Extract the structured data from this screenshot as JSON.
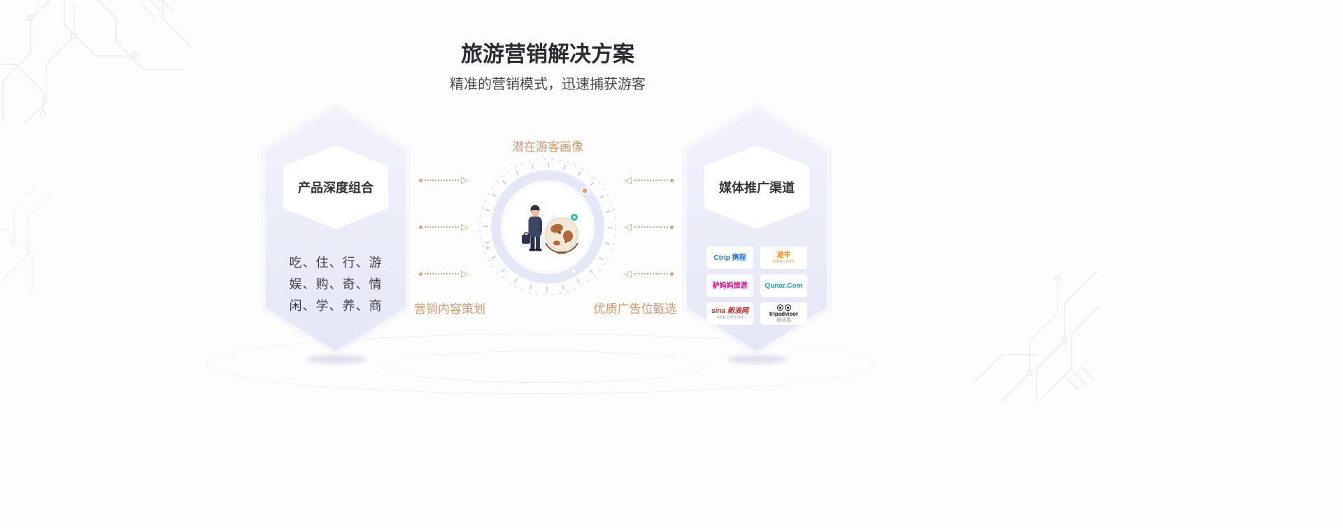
{
  "header": {
    "title": "旅游营销解决方案",
    "subtitle": "精准的营销模式，迅速捕获游客"
  },
  "left_panel": {
    "title": "产品深度组合",
    "lines": [
      "吃、住、行、游",
      "娱、购、奇、情",
      "闲、学、养、商"
    ]
  },
  "center": {
    "top_label": "潜在游客画像",
    "bottom_left_label": "营销内容策划",
    "bottom_right_label": "优质广告位甄选"
  },
  "right_panel": {
    "title": "媒体推广渠道",
    "logos": [
      {
        "name": "ctrip",
        "text": "Ctrip 携程",
        "sub": "",
        "color": "#2577e3"
      },
      {
        "name": "tuniu",
        "text": "途牛",
        "sub": "tuniu.com",
        "color": "#ff8e14"
      },
      {
        "name": "lvmama",
        "text": "驴妈妈旅游",
        "sub": "",
        "color": "#e0017e"
      },
      {
        "name": "qunar",
        "text": "Qunar.Com",
        "sub": "",
        "color": "#10a6b0"
      },
      {
        "name": "sina",
        "text": "sina 新浪网",
        "sub": "sina.com.cn",
        "color": "#c7241f"
      },
      {
        "name": "tripadvisor",
        "text": "tripadvisor",
        "sub": "猫途鹰",
        "color": "#0c0c0c"
      }
    ]
  },
  "colors": {
    "accent": "#D89B64",
    "panel_background": "#EBEDF8",
    "title_text": "#2C2C31"
  }
}
